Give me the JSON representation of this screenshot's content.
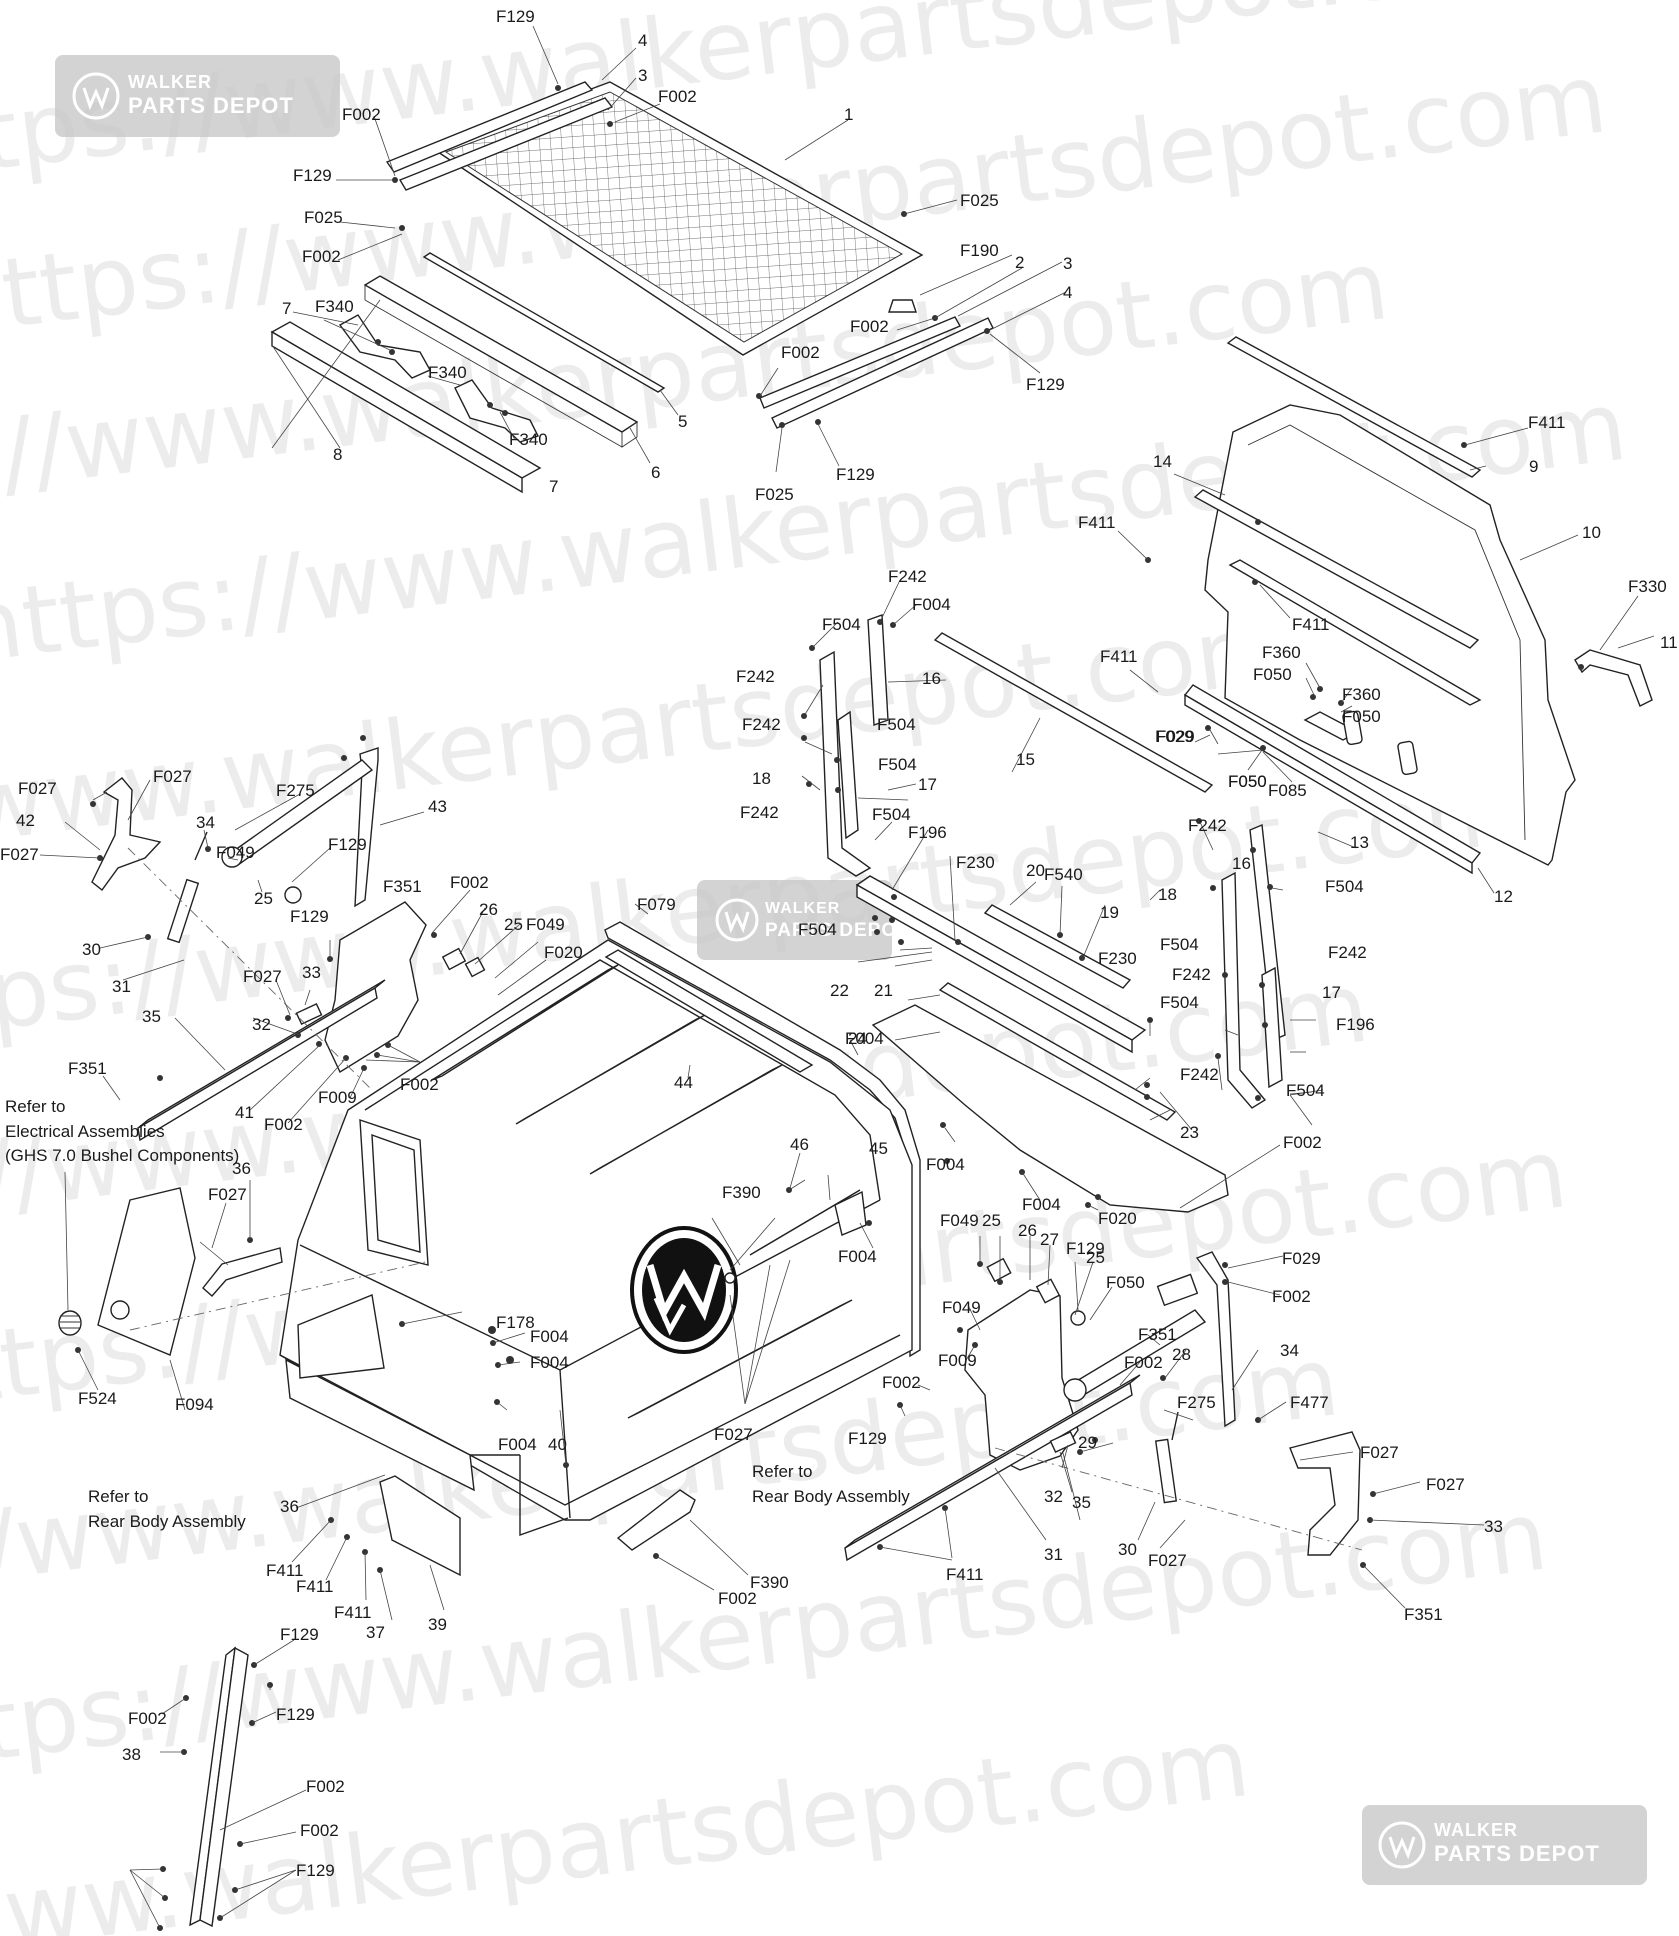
{
  "watermark": {
    "text": "https://www.walkerpartsdepot.com",
    "brand_line1": "WALKER",
    "brand_line2": "PARTS DEPOT",
    "color": "#9a9a9a"
  },
  "callouts": [
    "F129",
    "4",
    "3",
    "F002",
    "1",
    "F002",
    "F129",
    "F025",
    "F002",
    "F025",
    "F190",
    "2",
    "3",
    "4",
    "F002",
    "F129",
    "F002",
    "F025",
    "F129",
    "7",
    "F340",
    "F340",
    "F340",
    "8",
    "5",
    "6",
    "7",
    "F411",
    "9",
    "14",
    "10",
    "F411",
    "F411",
    "F330",
    "11",
    "F360",
    "F050",
    "F360",
    "F050",
    "F411",
    "F029",
    "F050",
    "F085",
    "13",
    "12",
    "F242",
    "F004",
    "F504",
    "16",
    "F242",
    "F242",
    "F504",
    "F504",
    "17",
    "18",
    "F242",
    "F504",
    "F196",
    "F230",
    "15",
    "F029",
    "F050",
    "F027",
    "F027",
    "42",
    "F027",
    "34",
    "F275",
    "43",
    "F049",
    "F129",
    "25",
    "F351",
    "30",
    "31",
    "F129",
    "F002",
    "26",
    "25",
    "F049",
    "F020",
    "F079",
    "F027",
    "33",
    "32",
    "35",
    "F351",
    "41",
    "F002",
    "F009",
    "F002",
    "44",
    "20",
    "F540",
    "19",
    "F230",
    "21",
    "F504",
    "22",
    "24",
    "F004",
    "F242",
    "16",
    "F504",
    "18",
    "F504",
    "F242",
    "F242",
    "17",
    "F196",
    "F504",
    "F242",
    "F504",
    "23",
    "F002",
    "46",
    "45",
    "F390",
    "36",
    "F027",
    "F004",
    "F004",
    "F004",
    "F020",
    "F049",
    "25",
    "26",
    "27",
    "F129",
    "25",
    "F050",
    "F029",
    "F002",
    "F049",
    "F351",
    "28",
    "34",
    "F002",
    "F009",
    "F002",
    "F129",
    "F275",
    "F477",
    "F178",
    "F004",
    "F004",
    "F004",
    "40",
    "F094",
    "F524",
    "F027",
    "29",
    "F027",
    "F027",
    "33",
    "32",
    "35",
    "31",
    "30",
    "F027",
    "F351",
    "F411",
    "F411",
    "F411",
    "F411",
    "37",
    "39",
    "36",
    "F390",
    "F002",
    "F129",
    "F002",
    "F129",
    "38",
    "F002",
    "F002",
    "F129"
  ],
  "notes": {
    "electrical_line1": "Refer to",
    "electrical_line2": "Electrical Assemblies",
    "electrical_line3": "(GHS 7.0 Bushel Components)",
    "rear_left_line1": "Refer to",
    "rear_left_line2": "Rear Body Assembly",
    "rear_center_line1": "Refer to",
    "rear_center_line2": "Rear Body Assembly"
  },
  "colors": {
    "line": "#222222",
    "label": "#1a1a1a",
    "badge_bg": "#c8c8c8"
  }
}
